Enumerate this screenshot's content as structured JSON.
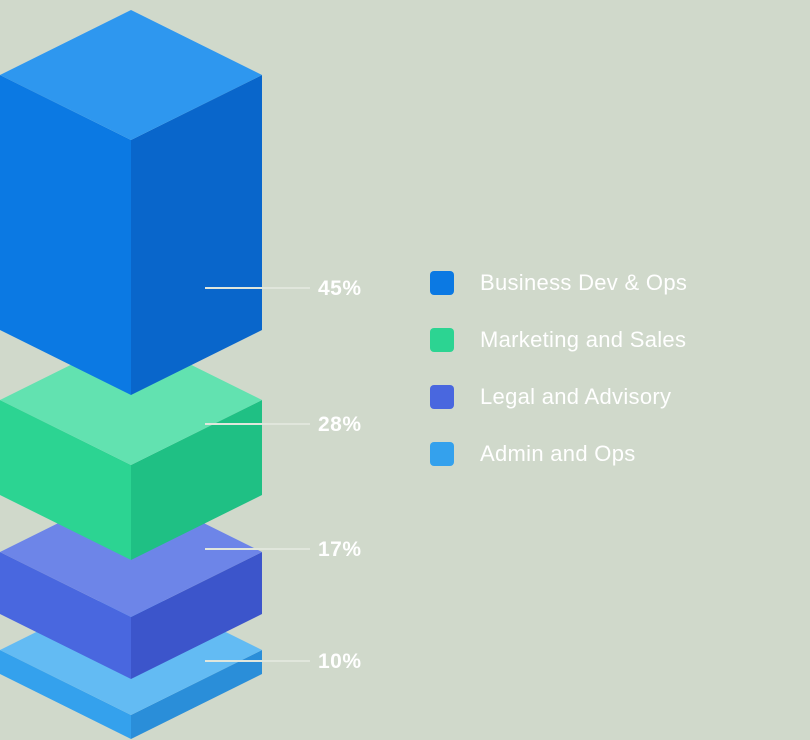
{
  "background": "#d0d9cb",
  "leader_line_color": "#e0e6dc",
  "text_color": "#ffffff",
  "chart_data": {
    "type": "bar",
    "variant": "isometric-3d-stacked-blocks",
    "title": "",
    "categories": [
      "Business Dev & Ops",
      "Marketing and Sales",
      "Legal and Advisory",
      "Admin and Ops"
    ],
    "values": [
      45,
      28,
      17,
      10
    ],
    "unit": "%",
    "labels": [
      "45%",
      "28%",
      "17%",
      "10%"
    ],
    "colors": [
      {
        "top": "#2e97ef",
        "left": "#0b79e3",
        "right": "#0966cb"
      },
      {
        "top": "#62e2b0",
        "left": "#2cd492",
        "right": "#1fc084"
      },
      {
        "top": "#6d85e8",
        "left": "#4967df",
        "right": "#3c55cb"
      },
      {
        "top": "#63bbf3",
        "left": "#34a1ed",
        "right": "#2a8ed9"
      }
    ],
    "legend_position": "right",
    "grid": false,
    "axes": false
  }
}
